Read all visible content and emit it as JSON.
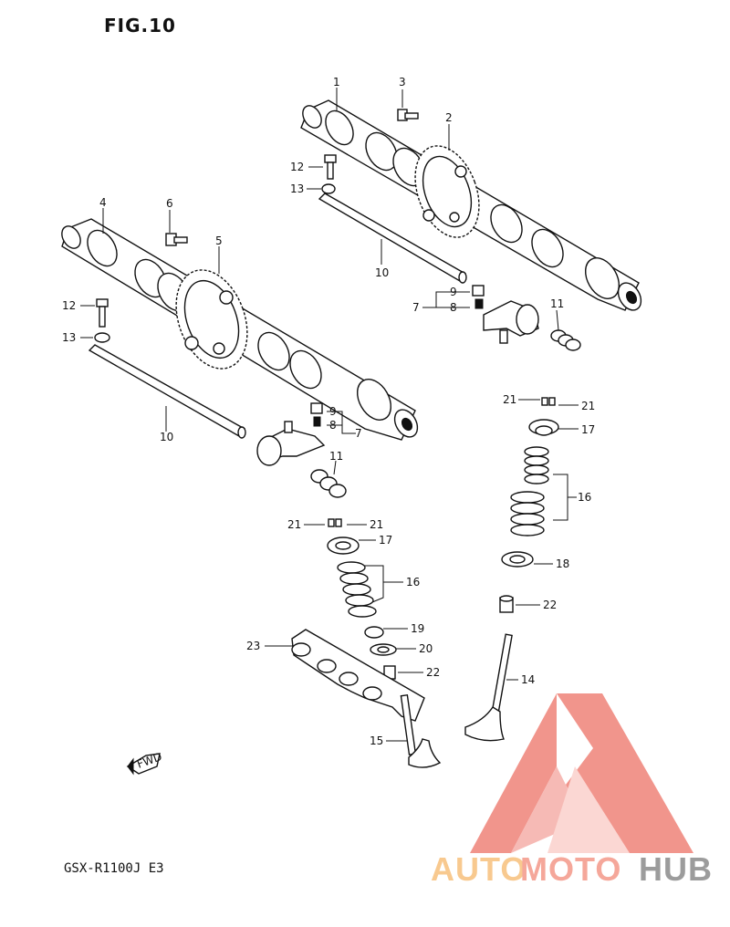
{
  "figure": {
    "title": "FIG.10",
    "model": "GSX-R1100J E3"
  },
  "watermark": {
    "part1": "AUTO",
    "part2": "MOTO",
    "part3": "HUB",
    "colors": {
      "auto": "#f8c98f",
      "moto": "#f5a79a",
      "hub": "#9c9c9c",
      "logo": "#f08a80"
    }
  },
  "fwd_label": "FWD",
  "callouts": {
    "c1": "1",
    "c2": "2",
    "c3": "3",
    "c4": "4",
    "c5": "5",
    "c6": "6",
    "c7a": "7",
    "c7b": "7",
    "c8a": "8",
    "c8b": "8",
    "c9a": "9",
    "c9b": "9",
    "c10a": "10",
    "c10b": "10",
    "c11a": "11",
    "c11b": "11",
    "c12a": "12",
    "c12b": "12",
    "c13a": "13",
    "c13b": "13",
    "c14": "14",
    "c15": "15",
    "c16a": "16",
    "c16b": "16",
    "c17a": "17",
    "c17b": "17",
    "c18": "18",
    "c19": "19",
    "c20": "20",
    "c21a": "21",
    "c21b": "21",
    "c21c": "21",
    "c21d": "21",
    "c22a": "22",
    "c22b": "22",
    "c23": "23"
  }
}
